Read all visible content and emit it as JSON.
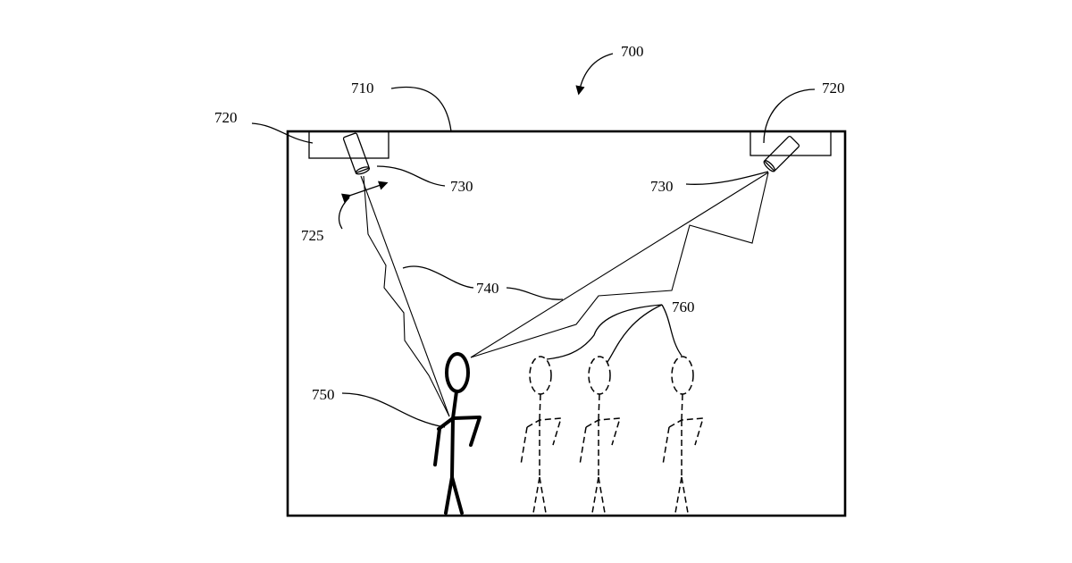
{
  "figure": {
    "labels": {
      "system": "700",
      "room": "710",
      "mount_left": "720",
      "mount_right": "720",
      "camera_left": "730",
      "camera_right": "730",
      "pan_motion": "725",
      "beams": "740",
      "target_person": "750",
      "other_persons": "760"
    }
  },
  "colors": {
    "stroke": "#000000",
    "background": "#ffffff"
  }
}
